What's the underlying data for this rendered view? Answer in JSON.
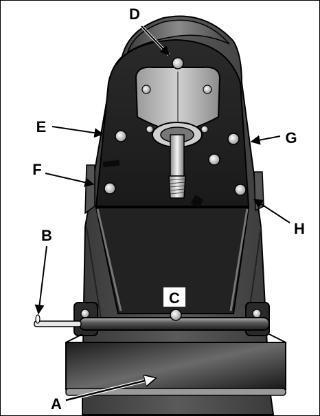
{
  "diagram": {
    "callouts": {
      "a": "A",
      "b": "B",
      "c": "C",
      "d": "D",
      "e": "E",
      "f": "F",
      "g": "G",
      "h": "H"
    }
  }
}
